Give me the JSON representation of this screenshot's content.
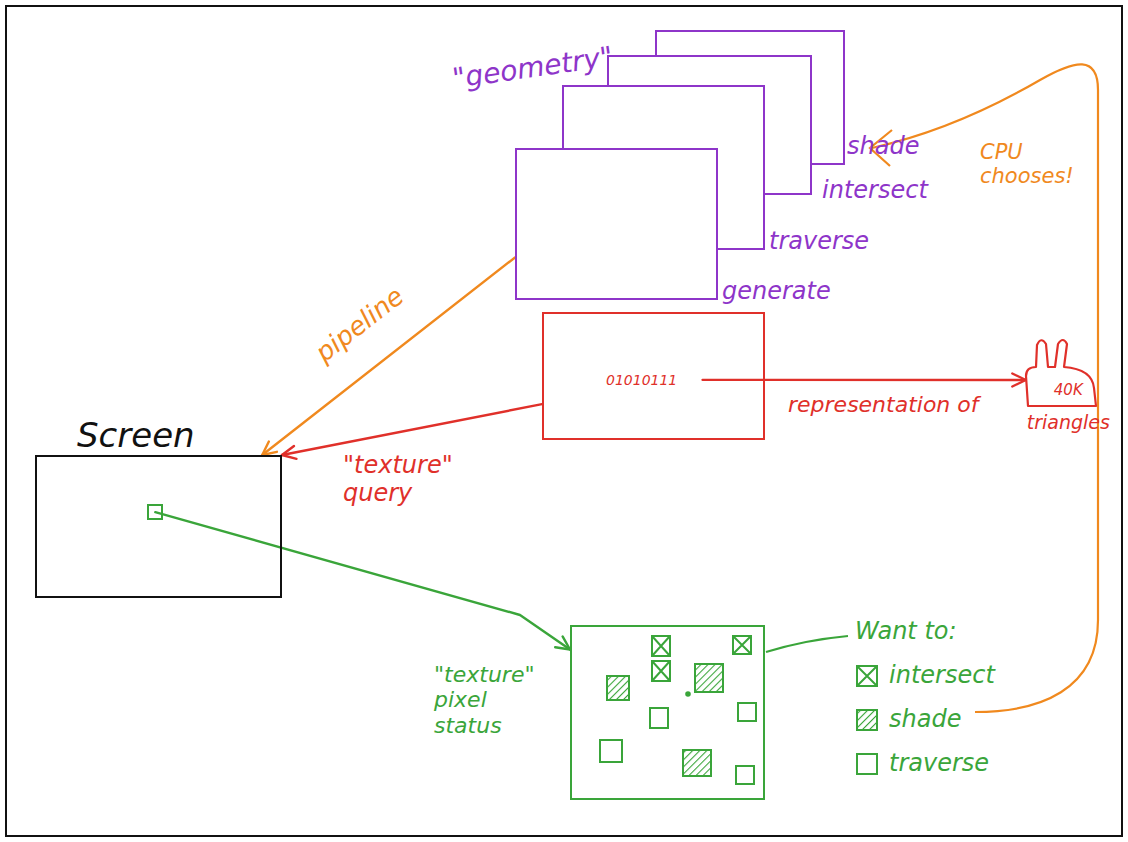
{
  "diagram": {
    "nodes": [
      {
        "text": [
          "Screen"
        ]
      },
      {
        "text": [
          "generate"
        ]
      },
      {
        "text": [
          "traverse"
        ]
      },
      {
        "text": [
          "intersect"
        ]
      },
      {
        "text": [
          "shade"
        ]
      },
      {
        "text": [
          "01010111"
        ]
      },
      {
        "text": [
          "40K",
          "triangles"
        ]
      },
      {
        "text": [
          "\"texture\" pixel status"
        ]
      }
    ],
    "edges": [
      {
        "from": 1,
        "to": 0,
        "arrow": "to",
        "label": "pipeline"
      },
      {
        "from": 5,
        "to": 0,
        "arrow": "to",
        "label": "\"texture\" query"
      },
      {
        "from": 5,
        "to": 6,
        "arrow": "to",
        "label": "representation of"
      },
      {
        "from": 0,
        "to": 7,
        "arrow": "to"
      }
    ],
    "labels": [
      "\"geometry\"",
      "CPU chooses!",
      "Want to:"
    ],
    "legend": [
      {
        "text": "intersect"
      },
      {
        "text": "shade"
      },
      {
        "text": "traverse"
      }
    ]
  }
}
